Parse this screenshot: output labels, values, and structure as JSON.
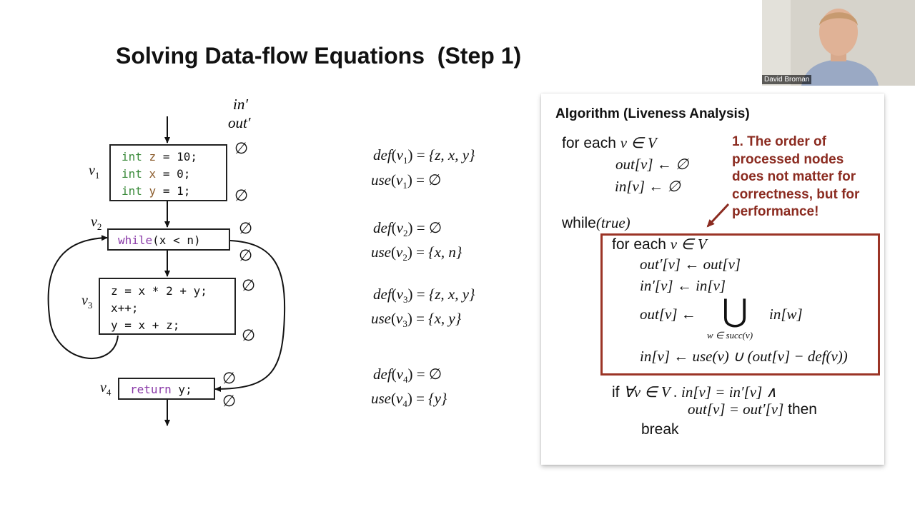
{
  "slide": {
    "title": "Solving Data-flow Equations  (Step 1)"
  },
  "cfg": {
    "in_prime": "in′",
    "out_prime": "out′",
    "empty_set": "∅",
    "nodes": [
      {
        "label": "v",
        "sub": "1",
        "lines": [
          {
            "kw": "int",
            "var": "z",
            "rest": " = 10;"
          },
          {
            "kw": "int",
            "var": "x",
            "rest": " = 0;"
          },
          {
            "kw": "int",
            "var": "y",
            "rest": " = 1;"
          }
        ]
      },
      {
        "label": "v",
        "sub": "2",
        "kw": "while",
        "rest": "(x < n)"
      },
      {
        "label": "v",
        "sub": "3",
        "lines": [
          "z = x * 2 + y;",
          "x++;",
          "y = x + z;"
        ]
      },
      {
        "label": "v",
        "sub": "4",
        "kw": "return",
        "rest": " y;"
      }
    ]
  },
  "equations": [
    {
      "def_lhs": "def",
      "node": "v",
      "sub": "1",
      "def_rhs": "{z, x, y}",
      "use_lhs": "use",
      "use_rhs": "∅"
    },
    {
      "def_lhs": "def",
      "node": "v",
      "sub": "2",
      "def_rhs": "∅",
      "use_lhs": "use",
      "use_rhs": "{x, n}"
    },
    {
      "def_lhs": "def",
      "node": "v",
      "sub": "3",
      "def_rhs": "{z, x, y}",
      "use_lhs": "use",
      "use_rhs": "{x, y}"
    },
    {
      "def_lhs": "def",
      "node": "v",
      "sub": "4",
      "def_rhs": "∅",
      "use_lhs": "use",
      "use_rhs": "{y}"
    }
  ],
  "algorithm": {
    "title": "Algorithm (Liveness Analysis)",
    "for_each": "for each",
    "v_in_V": "v ∈ V",
    "init_out": "out[v] ← ∅",
    "init_in": "in[v] ← ∅",
    "while_kw": "while",
    "while_cond": "(true)",
    "copy_out": "out′[v] ← out[v]",
    "copy_in": "in′[v] ← in[v]",
    "union_lhs": "out[v] ←",
    "union_sym": "⋃",
    "union_rhs": "in[w]",
    "union_sub": "w ∈ succ(v)",
    "in_update": "in[v] ← use(v) ∪ (out[v] − def(v))",
    "if_kw": "if",
    "if_cond": "∀v ∈ V . in[v] = in′[v] ∧",
    "if_cond2": "out[v] = out′[v]",
    "then_kw": "then",
    "break_kw": "break"
  },
  "note": {
    "lines": [
      "1. The order of",
      "processed nodes",
      "does not matter for",
      "correctness,  but for",
      "performance!"
    ],
    "color": "#8b2b20"
  },
  "webcam": {
    "name": "David Broman"
  }
}
